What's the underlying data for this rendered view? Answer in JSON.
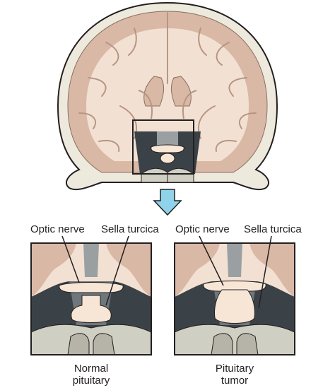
{
  "labels": {
    "left_optic": "Optic nerve",
    "left_sella": "Sella turcica",
    "right_optic": "Optic nerve",
    "right_sella": "Sella turcica"
  },
  "captions": {
    "left_line1": "Normal",
    "left_line2": "pituitary",
    "right_line1": "Pituitary",
    "right_line2": "tumor"
  },
  "colors": {
    "skull": "#ede9dc",
    "gray_matter": "#d9b8a6",
    "white_matter": "#f2e1d3",
    "ventricle": "#3b4247",
    "pituitary": "#f7e6d6",
    "arrow": "#8fd3ea"
  }
}
